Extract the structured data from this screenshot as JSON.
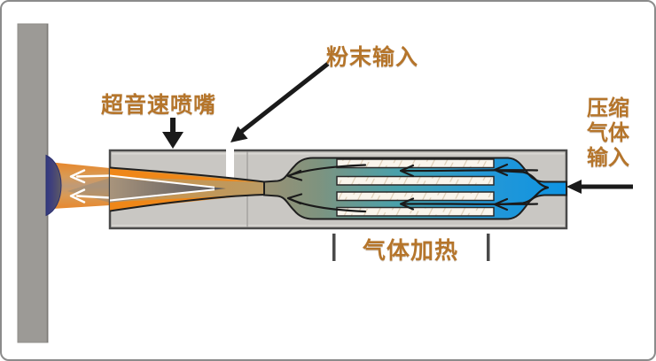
{
  "labels": {
    "supersonic_nozzle": "超音速喷嘴",
    "powder_input": "粉末输入",
    "compressed_gas": {
      "line1": "压缩",
      "line2": "气体",
      "line3": "输入"
    },
    "gas_heating": "气体加热"
  },
  "colors": {
    "label_text": "#b5752b",
    "border_gray": "#8b8b8b",
    "plate_gray": "#9c9a96",
    "block_gray": "#c9c7c3",
    "outline_dark": "#1f1f1f",
    "gas_cold_blue": "#0e93e2",
    "gas_blue": "#2598d6",
    "gas_teal": "#47a1ac",
    "gas_olive": "#7e937f",
    "gas_warm_olive": "#9a9274",
    "nozzle_tan_throat": "#bb9a63",
    "nozzle_tan_exit": "#cd9348",
    "hot_orange": "#ef8718",
    "plume_orange": "#e8872b",
    "core_dark": "#53545c",
    "core_light": "#a8947c",
    "heater_white": "#faf5ec",
    "deposit_navy": "#2c3782",
    "deposit_slate": "#5d5a64",
    "arrow_black": "#1a1a1a",
    "arrow_white": "#ffffff",
    "tick_gray": "#4a4a4a"
  }
}
